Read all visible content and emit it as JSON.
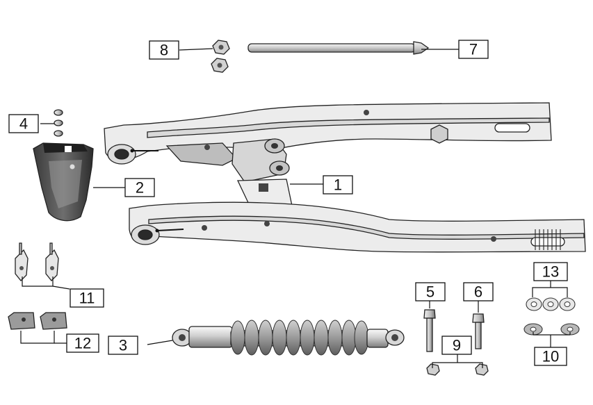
{
  "callouts": [
    {
      "id": "1",
      "label": "1"
    },
    {
      "id": "2",
      "label": "2"
    },
    {
      "id": "3",
      "label": "3"
    },
    {
      "id": "4",
      "label": "4"
    },
    {
      "id": "5",
      "label": "5"
    },
    {
      "id": "6",
      "label": "6"
    },
    {
      "id": "7",
      "label": "7"
    },
    {
      "id": "8",
      "label": "8"
    },
    {
      "id": "9",
      "label": "9"
    },
    {
      "id": "10",
      "label": "10"
    },
    {
      "id": "11",
      "label": "11"
    },
    {
      "id": "12",
      "label": "12"
    },
    {
      "id": "13",
      "label": "13"
    }
  ],
  "colors": {
    "line": "#111111",
    "metal_light": "#e4e4e4",
    "metal_mid": "#bdbdbd",
    "metal_dark": "#555555",
    "spring": "#9a9a9a"
  }
}
